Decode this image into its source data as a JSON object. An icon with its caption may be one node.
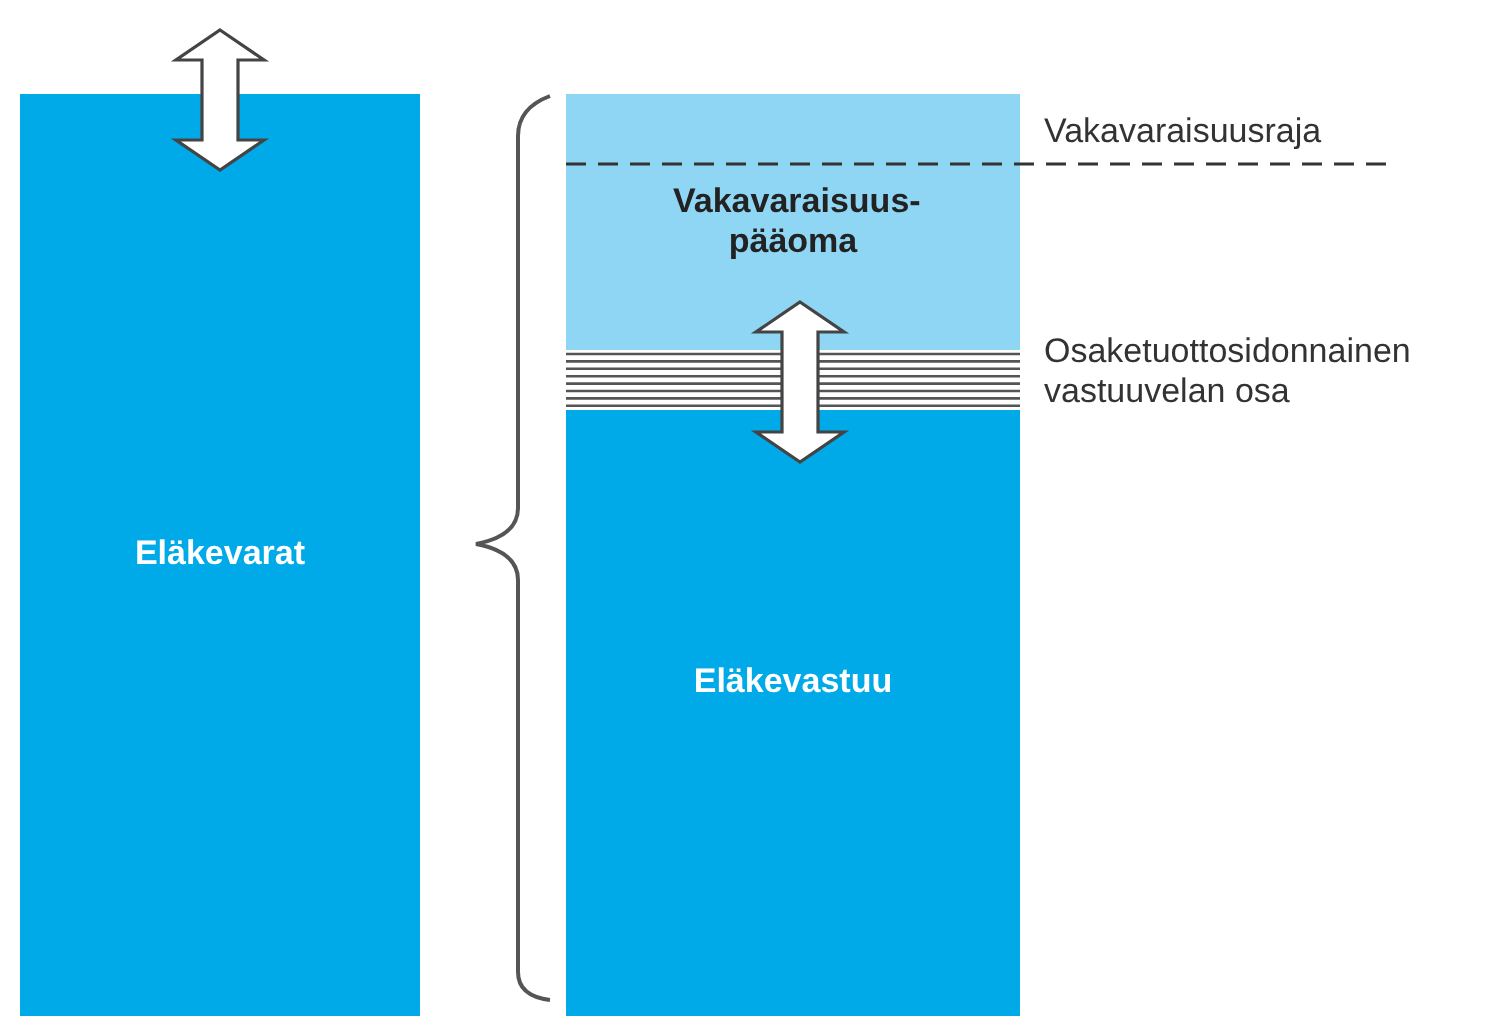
{
  "diagram": {
    "nodes": [
      {
        "text": [
          "Eläkevarat"
        ]
      },
      {
        "text": [
          "Vakavaraisuus- pääoma"
        ]
      },
      {
        "text": [
          "Eläkevastuu"
        ]
      }
    ],
    "edges": [
      {
        "from": 1,
        "to": 2,
        "arrow": "both"
      }
    ],
    "labels": [
      "Vakavaraisuusraja",
      "Osaketuottosidonnainen vastuuvelan osa"
    ]
  }
}
